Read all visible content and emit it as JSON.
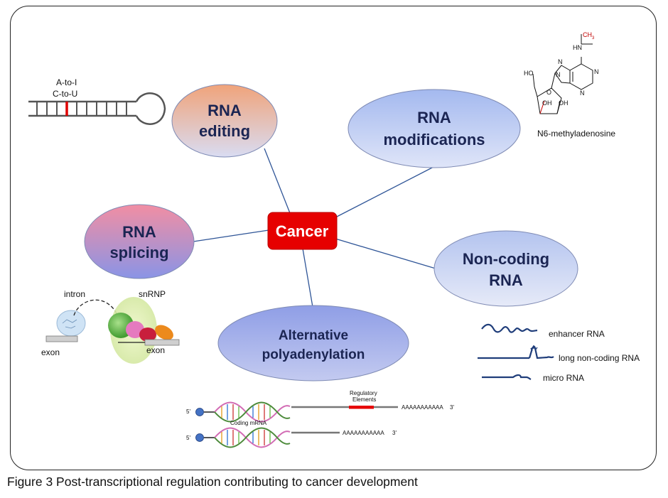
{
  "center": {
    "label": "Cancer",
    "color": "#e60000"
  },
  "nodes": {
    "editing": {
      "line1": "RNA",
      "line2": "editing"
    },
    "modifications": {
      "line1": "RNA",
      "line2": "modifications"
    },
    "splicing": {
      "line1": "RNA",
      "line2": "splicing"
    },
    "noncoding": {
      "line1": "Non-coding",
      "line2": "RNA"
    },
    "polyadenylation": {
      "line1": "Alternative",
      "line2": "polyadenylation"
    }
  },
  "editing_panel": {
    "line1": "A-to-I",
    "line2": "C-to-U"
  },
  "modification_panel": {
    "name": "N6-methyladenosine",
    "ch3": "CH",
    "ch3_sub": "3",
    "hn": "HN",
    "ho": "HO",
    "oh1": "OH",
    "oh2": "OH",
    "n": "N",
    "o": "O"
  },
  "splicing_panel": {
    "intron": "intron",
    "snrnp": "snRNP",
    "exon_left": "exon",
    "exon_right": "exon"
  },
  "noncoding_panel": {
    "enhancer": "enhancer RNA",
    "lnc": "long non-coding RNA",
    "micro": "micro RNA"
  },
  "polya_panel": {
    "five_prime_1": "5'",
    "five_prime_2": "5'",
    "three_prime_1": "3'",
    "three_prime_2": "3'",
    "regulatory_1": "Regulatory",
    "regulatory_2": "Elements",
    "coding": "Coding mRNA",
    "tail_1": "AAAAAAAAAAA",
    "tail_2": "AAAAAAAAAAA"
  },
  "caption": "Figure 3 Post-transcriptional regulation contributing to cancer development"
}
